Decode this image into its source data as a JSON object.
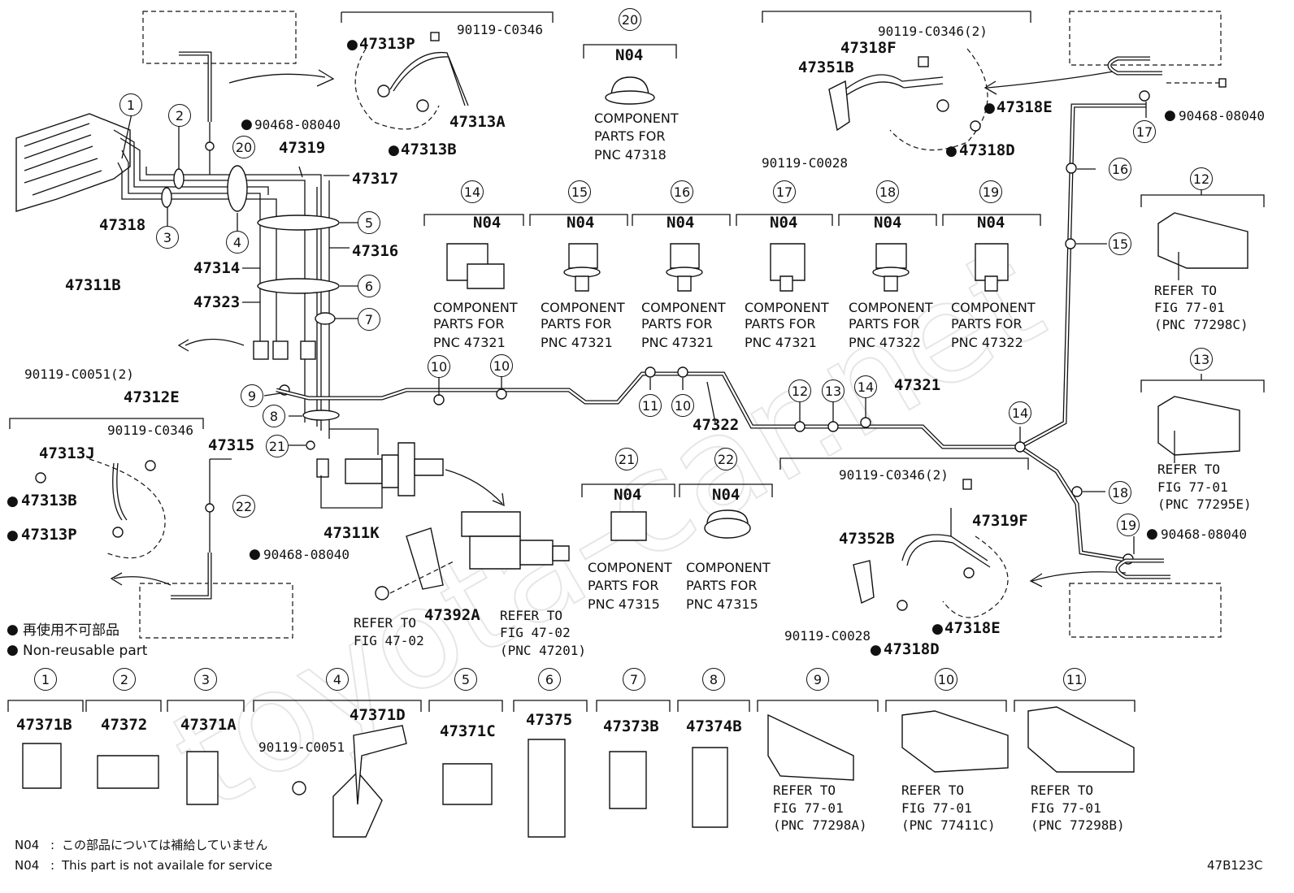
{
  "diagram": {
    "figure_code": "47B123C",
    "watermark": "toyota-car.net",
    "legend": {
      "dot_symbol": "●",
      "non_reusable_jp": "再使用不可部品",
      "non_reusable_en": "Non-reusable part",
      "n04_code": "N04",
      "n04_sep": ":",
      "n04_jp": "この部品については補給していません",
      "n04_en": "This part is not availale for service"
    },
    "common": {
      "n04": "N04",
      "component": "COMPONENT",
      "parts_for": "PARTS FOR",
      "refer_to": "REFER TO"
    },
    "part_numbers": {
      "p47318": "47318",
      "p47319": "47319",
      "p47317": "47317",
      "p47316": "47316",
      "p47314": "47314",
      "p47323": "47323",
      "p47311B": "47311B",
      "p47312E": "47312E",
      "b90119_C0051_2": "90119-C0051(2)",
      "b90119_C0346": "90119-C0346",
      "b90468_08040": "90468-08040",
      "p47313P": "47313P",
      "p47313A": "47313A",
      "p47313B": "47313B",
      "p47313J": "47313J",
      "p47315": "47315",
      "p47311K": "47311K",
      "p47392A": "47392A",
      "p47322": "47322",
      "p47321": "47321",
      "p47318F": "47318F",
      "p47351B": "47351B",
      "p47318E": "47318E",
      "p47318D": "47318D",
      "b90119_C0346_2": "90119-C0346(2)",
      "b90119_C0028": "90119-C0028",
      "p47319F": "47319F",
      "p47352B": "47352B",
      "p47371B": "47371B",
      "p47372": "47372",
      "p47371A": "47371A",
      "p47371D": "47371D",
      "p47371C": "47371C",
      "p47375": "47375",
      "p47373B": "47373B",
      "p47374B": "47374B"
    },
    "pnc_labels": {
      "pnc47318": "PNC 47318",
      "pnc47321": "PNC 47321",
      "pnc47322": "PNC 47322",
      "pnc47315": "PNC 47315"
    },
    "references": {
      "fig4702": "FIG 47-02",
      "pnc47201": "(PNC 47201)",
      "fig7701": "FIG 77-01",
      "pnc77298C": "(PNC 77298C)",
      "pnc77295E": "(PNC 77295E)",
      "pnc77298A": "(PNC 77298A)",
      "pnc77411C": "(PNC 77411C)",
      "pnc77298B": "(PNC 77298B)"
    },
    "callout_numbers": [
      "1",
      "2",
      "3",
      "4",
      "5",
      "6",
      "7",
      "8",
      "9",
      "10",
      "11",
      "12",
      "13",
      "14",
      "15",
      "16",
      "17",
      "18",
      "19",
      "20",
      "21",
      "22"
    ]
  }
}
